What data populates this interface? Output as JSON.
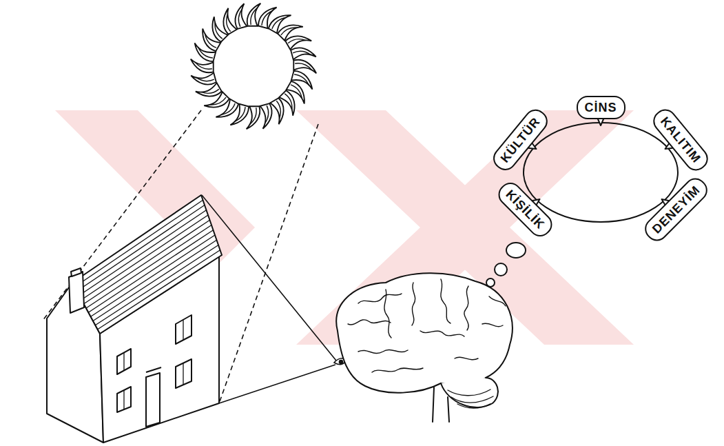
{
  "diagram": {
    "nodes": [
      {
        "text": [
          "KÜLTÜR"
        ]
      },
      {
        "text": [
          "CİNS"
        ]
      },
      {
        "text": [
          "KALITIM"
        ]
      },
      {
        "text": [
          "KİŞİLİK"
        ]
      },
      {
        "text": [
          "DENEYİM"
        ]
      }
    ]
  }
}
